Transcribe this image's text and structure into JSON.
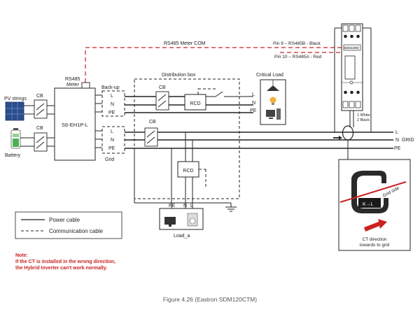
{
  "labels": {
    "rs485_meter_com": "RS485   Meter COM",
    "pin9": "Pin 9 – RS485B - Black",
    "pin10": "Pin 10 – RS485A - Red",
    "rs485_meter_line1": "RS485",
    "rs485_meter_line2": "Meter",
    "pv_strings": "PV strings",
    "battery": "Battery",
    "cb": "CB",
    "inverter": "S6-EH1P-L",
    "backup": "Back-up",
    "grid_box": "Grid",
    "L": "L",
    "N": "N",
    "PE": "PE",
    "distribution_box": "Distribution box",
    "rcd": "RCD",
    "critical_load": "Critical Load",
    "meter_model": "SDM120M",
    "wire_white": "1 White",
    "wire_black": "2 Black",
    "grid": "GRID",
    "grid_side": "Grid side",
    "ct_mark": "K→L",
    "ct_direction_line1": "CT direction",
    "ct_direction_line2": "towards to grid",
    "load_a": "Load_a",
    "load_pe": "PE",
    "load_n": "N",
    "load_l": "L"
  },
  "legend": {
    "power_cable": "Power cable",
    "communication_cable": "Communication cable"
  },
  "note": {
    "title": "Note:",
    "line1": "If the CT is installed in the wrong direction,",
    "line2": "the Hybrid Inverter can't work normally."
  },
  "caption": "Figure 4.26 (Eastron SDM120CTM)",
  "colors": {
    "comm_red": "#cc2222",
    "note_red": "#cc2222",
    "panel_blue": "#2a4e8c",
    "battery_green": "#4caf50"
  }
}
